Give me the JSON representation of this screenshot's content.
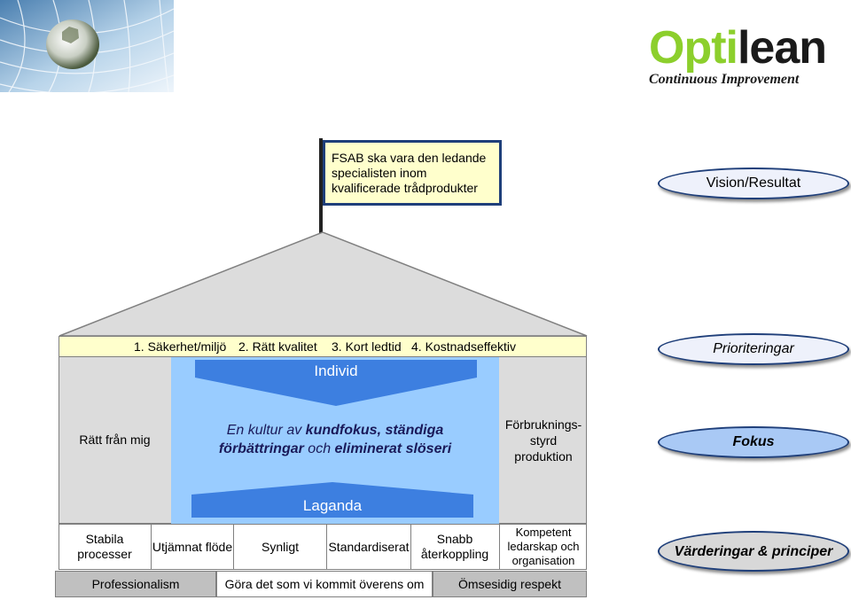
{
  "logo": {
    "part1": "Opti",
    "part2": "lean",
    "tagline": "Continuous Improvement"
  },
  "flag": {
    "text": "FSAB ska vara den ledande specialisten inom kvalificerade trådprodukter"
  },
  "labels": {
    "vision": "Vision/Resultat",
    "prioriteringar": "Prioriteringar",
    "fokus": "Fokus",
    "varderingar": "Värderingar & principer"
  },
  "priorities_bar": {
    "items": [
      "1. Säkerhet/miljö",
      "2. Rätt kvalitet",
      "3. Kort ledtid",
      "4. Kostnadseffektiv"
    ]
  },
  "house": {
    "individ": "Individ",
    "left_pillar": "Rätt från mig",
    "right_pillar": "Förbruknings-styrd produktion",
    "center_line1_plain": "En kultur av ",
    "center_line1_bold": "kundfokus",
    "center_line1_rest": ", ständiga",
    "center_line2_bold1": "förbättringar",
    "center_line2_plain": " och ",
    "center_line2_bold2": "eliminerat slöseri",
    "laganda": "Laganda"
  },
  "foundation": {
    "cells": [
      "Stabila processer",
      "Utjämnat flöde",
      "Synligt",
      "Standardiserat",
      "Snabb återkoppling",
      "Kompetent ledarskap och organisation"
    ],
    "values": [
      "Professionalism",
      "Göra det som vi kommit överens om",
      "Ömsesidig respekt"
    ]
  },
  "colors": {
    "logo_green": "#8ccf2c",
    "logo_black": "#1a1a1a",
    "bar_yellow": "#ffffcc",
    "center_blue": "#99ccff",
    "arrow_blue": "#3d7fe0",
    "pill_light": "#eef1fb",
    "pill_blue": "#a9c9f5",
    "pill_gray": "#d8d8d8",
    "values_gray": "#c0c0c0"
  }
}
